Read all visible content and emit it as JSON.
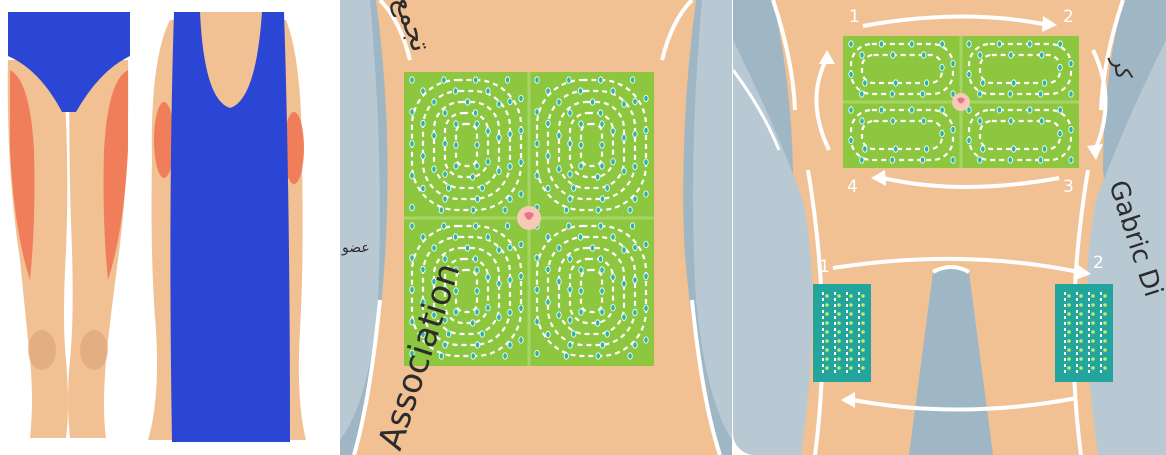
{
  "watermarks": {
    "association": "Association",
    "arabic_left": "عضو",
    "arabic_top": "تجمع",
    "gabric": "Gabric Di",
    "arabic_right": "كر"
  },
  "rotation_numbers": {
    "abdomen": [
      "1",
      "2",
      "3",
      "4"
    ],
    "thigh": [
      "1",
      "2"
    ]
  },
  "colors": {
    "skin": "#f1c193",
    "skin_shadow": "#dba377",
    "injection_zone_red": "#ef7a56",
    "swimsuit_blue": "#2b45d4",
    "zone_green": "#8dc63f",
    "thigh_zone_teal": "#22a59d",
    "background_blue_grey": "#9fb6c5",
    "navel": "#e5748f"
  },
  "icons": [
    "rotation-arrow-icon",
    "navel-icon",
    "dotted-spiral-pattern"
  ]
}
